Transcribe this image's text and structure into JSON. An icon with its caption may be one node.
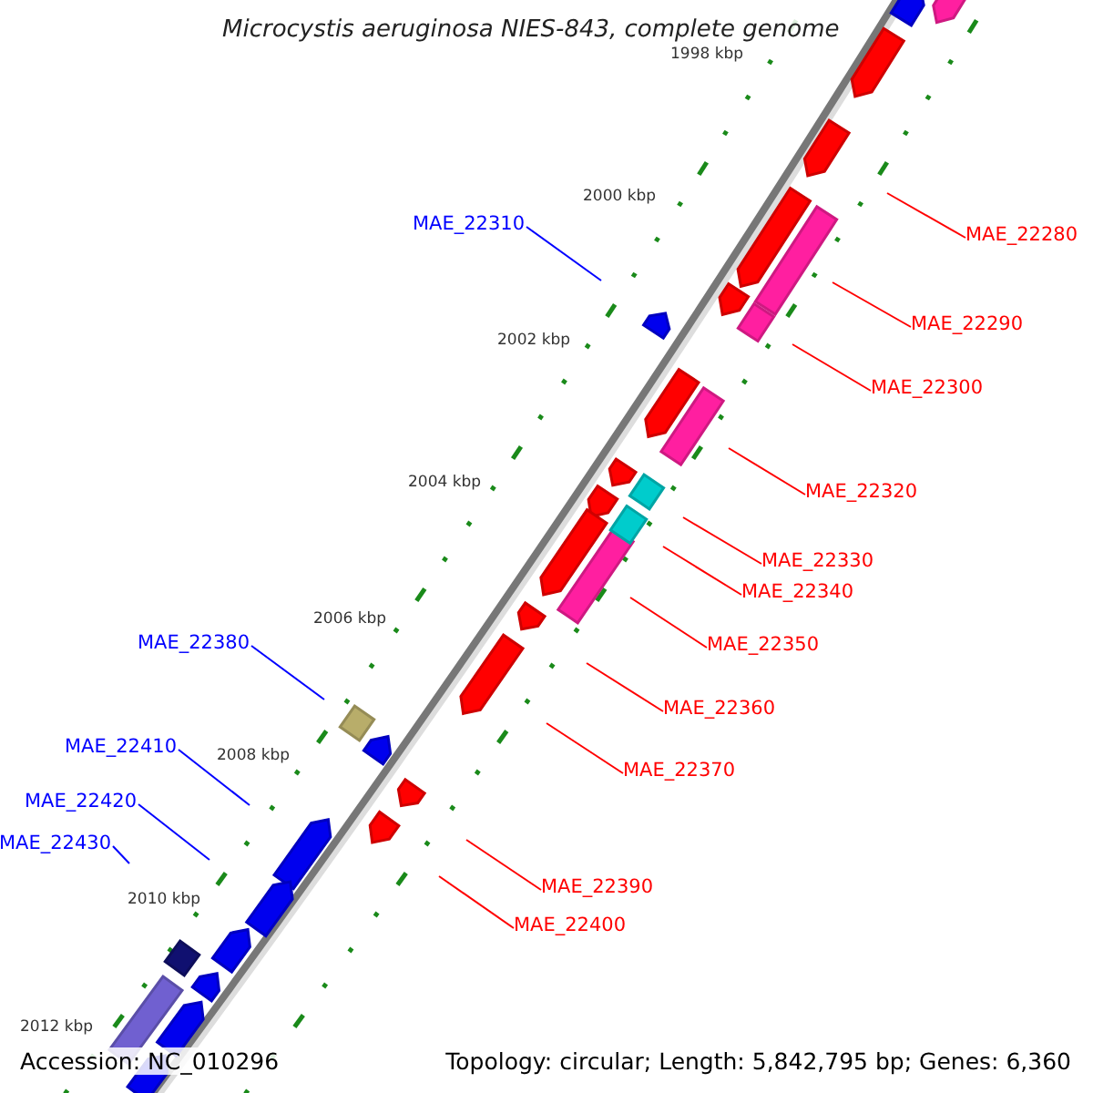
{
  "diagram": {
    "title": "Microcystis aeruginosa NIES-843, complete genome",
    "nodes": [
      {
        "text": [
          "MAE_22310"
        ]
      },
      {
        "text": [
          "MAE_22280"
        ]
      },
      {
        "text": [
          "MAE_22290"
        ]
      },
      {
        "text": [
          "MAE_22300"
        ]
      },
      {
        "text": [
          "MAE_22320"
        ]
      },
      {
        "text": [
          "MAE_22330"
        ]
      },
      {
        "text": [
          "MAE_22340"
        ]
      },
      {
        "text": [
          "MAE_22350"
        ]
      },
      {
        "text": [
          "MAE_22380"
        ]
      },
      {
        "text": [
          "MAE_22360"
        ]
      },
      {
        "text": [
          "MAE_22370"
        ]
      },
      {
        "text": [
          "MAE_22410"
        ]
      },
      {
        "text": [
          "MAE_22420"
        ]
      },
      {
        "text": [
          "MAE_22430"
        ]
      },
      {
        "text": [
          "MAE_22390"
        ]
      },
      {
        "text": [
          "MAE_22400"
        ]
      }
    ],
    "edges": [
      {
        "from": 0,
        "to": null,
        "arrow": "none",
        "color": "#0000ff"
      },
      {
        "from": 1,
        "to": null,
        "arrow": "none"
      },
      {
        "from": 2,
        "to": null,
        "arrow": "none"
      },
      {
        "from": 3,
        "to": null,
        "arrow": "none"
      },
      {
        "from": 4,
        "to": null,
        "arrow": "none"
      },
      {
        "from": 5,
        "to": null,
        "arrow": "none"
      },
      {
        "from": 6,
        "to": null,
        "arrow": "none"
      },
      {
        "from": 7,
        "to": null,
        "arrow": "none"
      },
      {
        "from": 8,
        "to": null,
        "arrow": "none",
        "color": "#0000ff"
      },
      {
        "from": 9,
        "to": null,
        "arrow": "none"
      },
      {
        "from": 10,
        "to": null,
        "arrow": "none"
      },
      {
        "from": 11,
        "to": null,
        "arrow": "none",
        "color": "#0000ff"
      },
      {
        "from": 12,
        "to": null,
        "arrow": "none",
        "color": "#0000ff"
      },
      {
        "from": 13,
        "to": null,
        "arrow": "none",
        "color": "#0000ff"
      },
      {
        "from": 14,
        "to": null,
        "arrow": "none"
      },
      {
        "from": 15,
        "to": null,
        "arrow": "none"
      }
    ],
    "labels": [
      "1998 kbp",
      "2000 kbp",
      "2002 kbp",
      "2004 kbp",
      "2006 kbp",
      "2008 kbp",
      "2010 kbp",
      "2012 kbp",
      "Accession: NC_010296",
      "Topology: circular; Length: 5,842,795 bp; Genes: 6,360"
    ]
  }
}
